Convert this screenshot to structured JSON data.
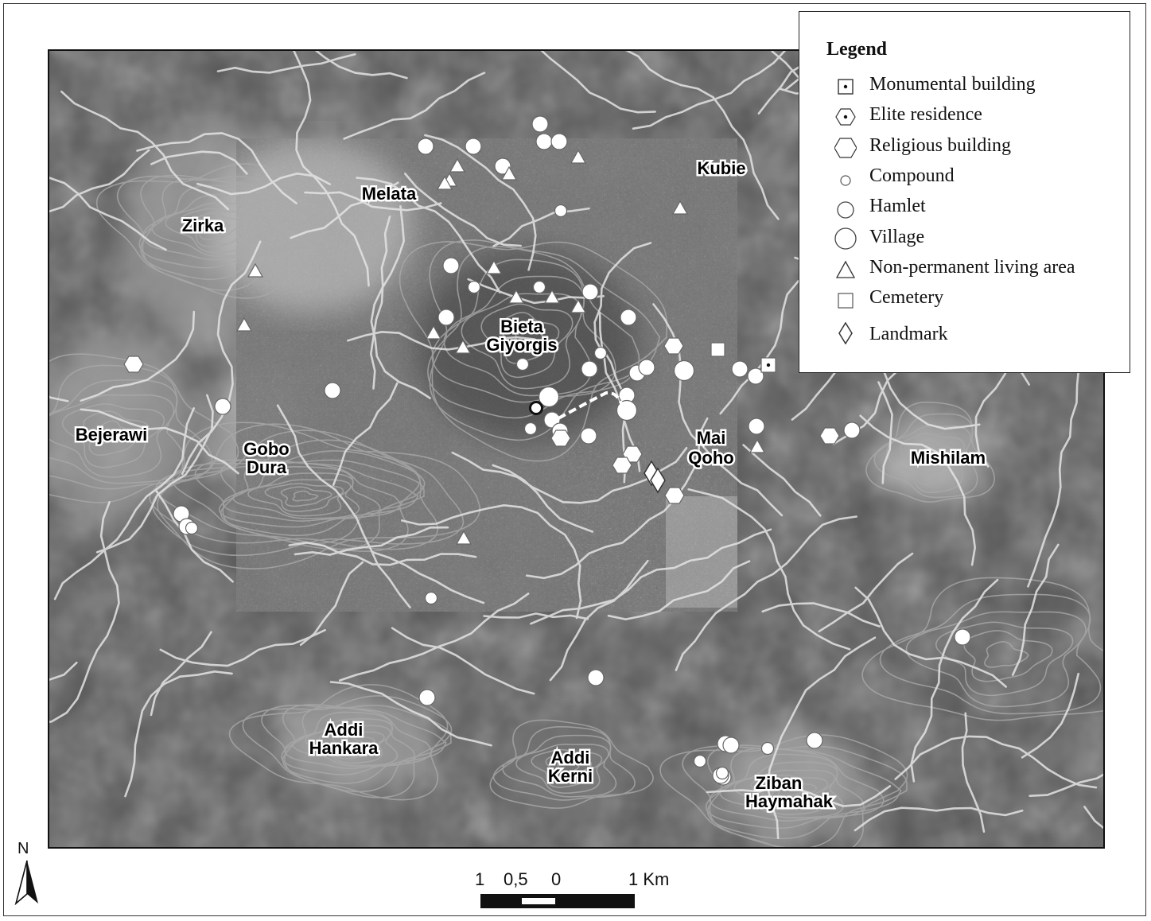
{
  "legend": {
    "title": "Legend",
    "items": [
      {
        "label": "Monumental building",
        "icon": "square-dot-icon"
      },
      {
        "label": "Elite residence",
        "icon": "hexagon-dot-icon"
      },
      {
        "label": "Religious building",
        "icon": "hexagon-icon"
      },
      {
        "label": "Compound",
        "icon": "small-circle-icon"
      },
      {
        "label": "Hamlet",
        "icon": "medium-circle-icon"
      },
      {
        "label": "Village",
        "icon": "large-circle-icon"
      },
      {
        "label": "Non-permanent living area",
        "icon": "triangle-icon"
      },
      {
        "label": "Cemetery",
        "icon": "square-icon"
      },
      {
        "label": "Landmark",
        "icon": "diamond-icon"
      }
    ]
  },
  "places": {
    "zirka": "Zirka",
    "melata": "Melata",
    "kubie": "Kubie",
    "bieta_1": "Bieta",
    "bieta_2": "Giyorgis",
    "bejerawi": "Bejerawi",
    "gobo_1": "Gobo",
    "gobo_2": "Dura",
    "mai_1": "Mai",
    "mai_2": "Qoho",
    "mishilam": "Mishilam",
    "addi_h_1": "Addi",
    "addi_h_2": "Hankara",
    "addi_k_1": "Addi",
    "addi_k_2": "Kerni",
    "ziban_1": "Ziban",
    "ziban_2": "Haymahak"
  },
  "north": {
    "label": "N"
  },
  "scale": {
    "labels": [
      "1",
      "0,5",
      "0",
      "1 Km"
    ]
  },
  "colors": {
    "map_background": "#5a5a5a",
    "imagery_light": "#c8c8c8",
    "contour": "#a9a9a9",
    "stream": "#e6e6e6",
    "symbol_fill": "#ffffff",
    "symbol_stroke": "#666666"
  }
}
